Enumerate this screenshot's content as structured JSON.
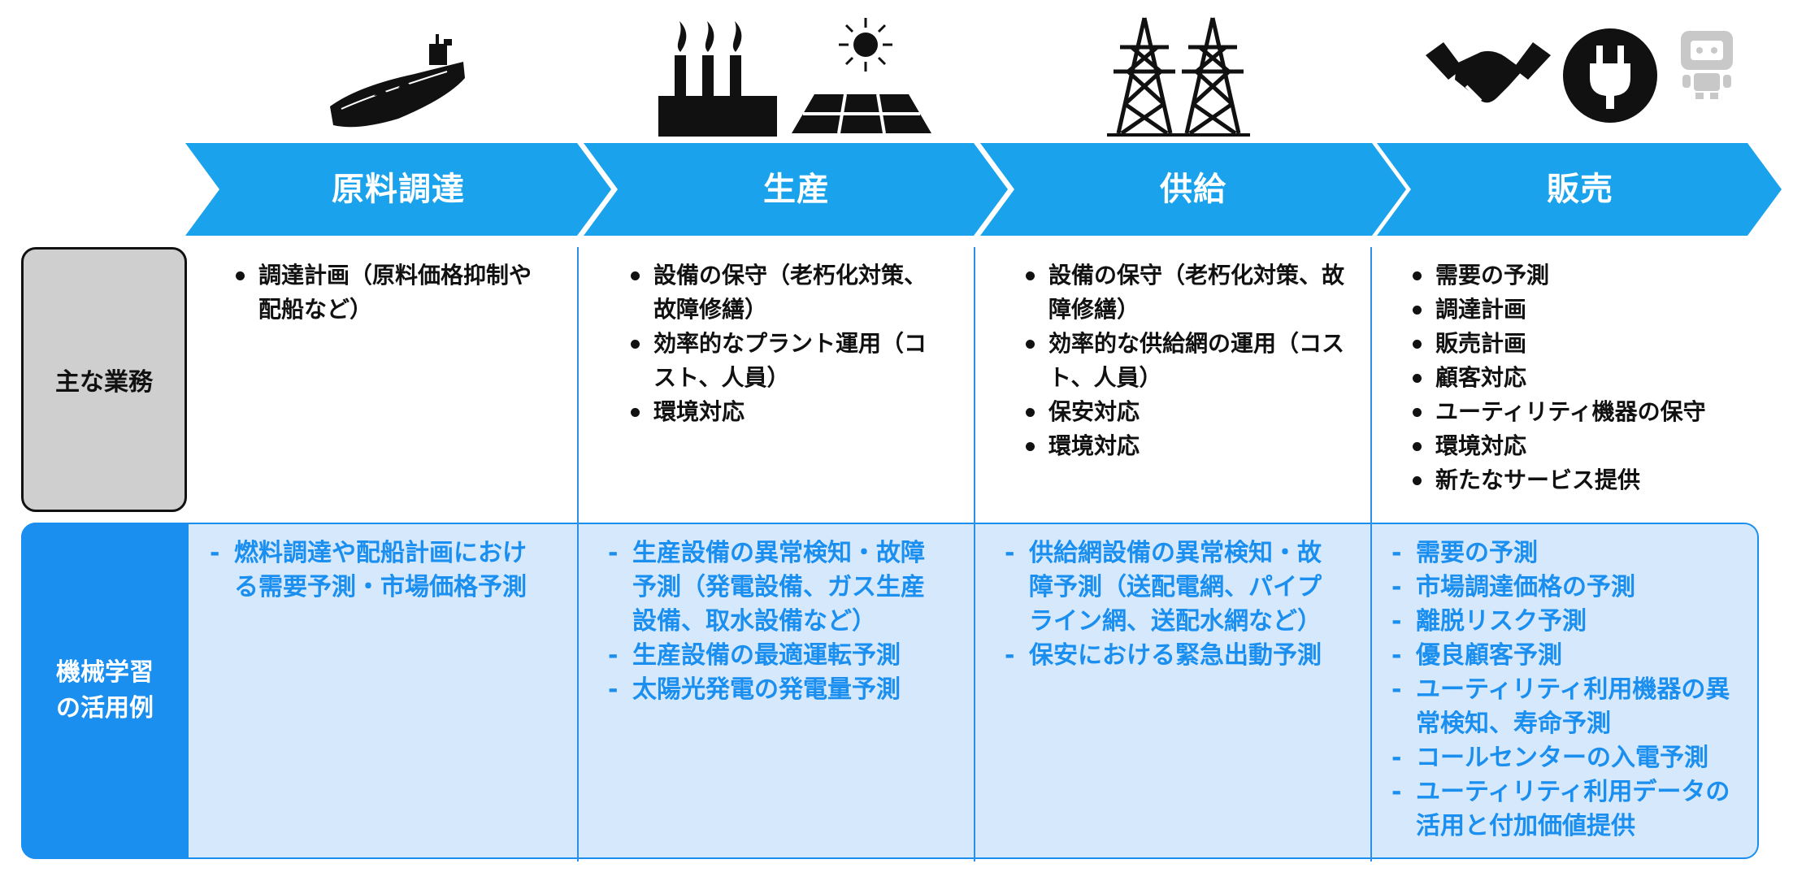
{
  "stages": [
    {
      "label": "原料調達",
      "icons": [
        "tanker-ship-icon"
      ]
    },
    {
      "label": "生産",
      "icons": [
        "factory-icon",
        "sun-icon",
        "solar-panel-icon"
      ]
    },
    {
      "label": "供給",
      "icons": [
        "power-tower-icon",
        "power-tower-icon"
      ]
    },
    {
      "label": "販売",
      "icons": [
        "handshake-icon",
        "plug-icon",
        "robot-icon"
      ]
    }
  ],
  "rows": {
    "tasks_label": "主な業務",
    "ml_label": "機械学習の活用例"
  },
  "tasks": [
    [
      "調達計画（原料価格抑制や配船など）"
    ],
    [
      "設備の保守（老朽化対策、故障修繕）",
      "効率的なプラント運用（コスト、人員）",
      "環境対応"
    ],
    [
      "設備の保守（老朽化対策、故障修繕）",
      "効率的な供給網の運用（コスト、人員）",
      "保安対応",
      "環境対応"
    ],
    [
      "需要の予測",
      "調達計画",
      "販売計画",
      "顧客対応",
      "ユーティリティ機器の保守",
      "環境対応",
      "新たなサービス提供"
    ]
  ],
  "ml_examples": [
    [
      "燃料調達や配船計画における需要予測・市場価格予測"
    ],
    [
      "生産設備の異常検知・故障予測（発電設備、ガス生産設備、取水設備など）",
      "生産設備の最適運転予測",
      "太陽光発電の発電量予測"
    ],
    [
      "供給網設備の異常検知・故障予測（送配電網、パイプライン網、送配水網など）",
      "保安における緊急出動予測"
    ],
    [
      "需要の予測",
      "市場調達価格の予測",
      "離脱リスク予測",
      "優良顧客予測",
      "ユーティリティ利用機器の異常検知、寿命予測",
      "コールセンターの入電予測",
      "ユーティリティ利用データの活用と付加価値提供"
    ]
  ],
  "colors": {
    "chevron": "#1aa3ec",
    "ml_header": "#1a8ff0",
    "ml_background": "#d6e9fc",
    "ml_text": "#1a8ff0",
    "tasks_header": "#cfcfcf",
    "robot_gray": "#c8c8c8"
  }
}
